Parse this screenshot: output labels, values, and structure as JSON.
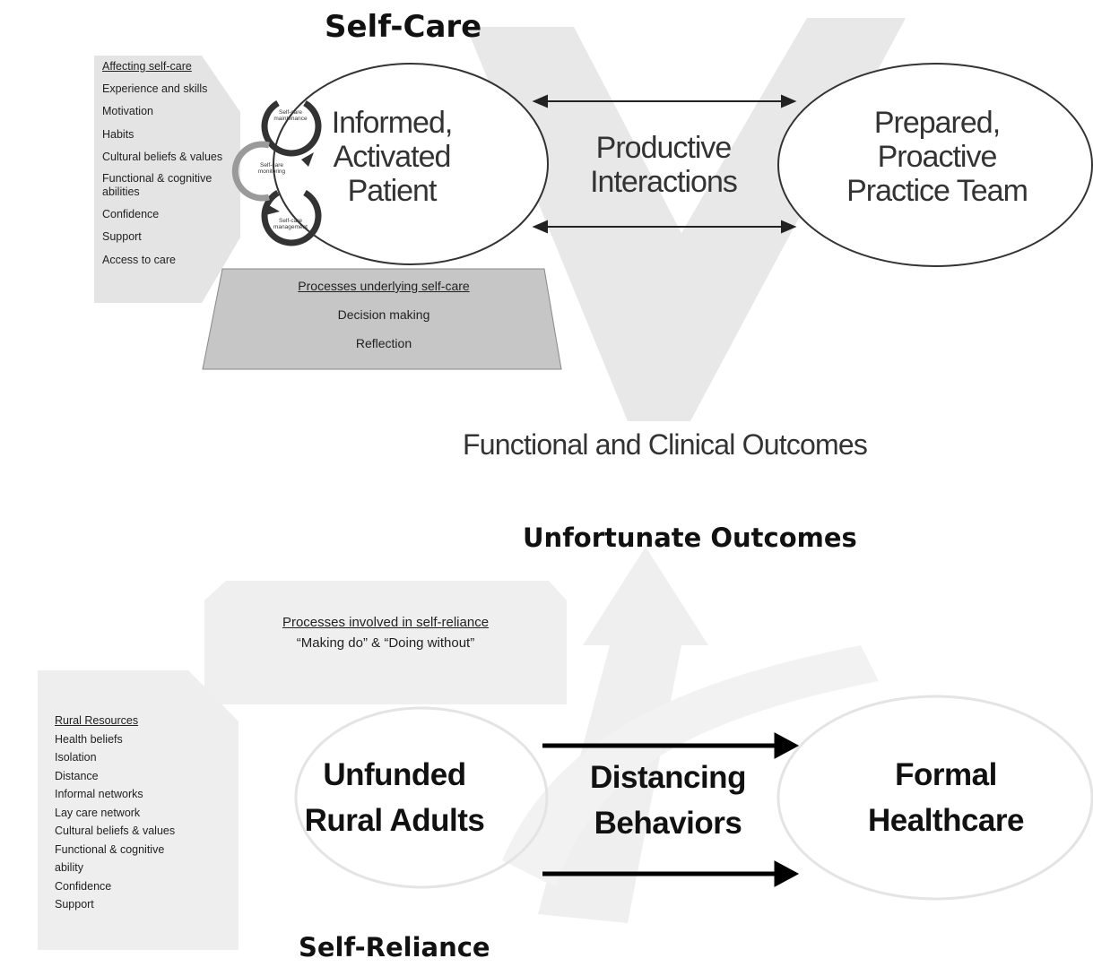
{
  "top": {
    "title": "Self-Care",
    "affecting_header": "Affecting self-care",
    "affecting_items": [
      "Experience and skills",
      "Motivation",
      "Habits",
      "Cultural beliefs & values",
      "Functional & cognitive abilities",
      "Confidence",
      "Support",
      "Access to care"
    ],
    "cycle": [
      "Self-care maintenance",
      "Self-care monitoring",
      "Self-care management"
    ],
    "patient": [
      "Informed,",
      "Activated",
      "Patient"
    ],
    "interactions": [
      "Productive",
      "Interactions"
    ],
    "team": [
      "Prepared,",
      "Proactive",
      "Practice Team"
    ],
    "processes_header": "Processes underlying self-care",
    "processes_items": [
      "Decision making",
      "Reflection"
    ],
    "outcomes": "Functional and Clinical Outcomes"
  },
  "bottom": {
    "title": "Unfortunate Outcomes",
    "processes_header": "Processes involved in self-reliance",
    "processes_text": "“Making do” & “Doing without”",
    "resources_header": "Rural Resources",
    "resources_items": [
      "Health beliefs",
      "Isolation",
      "Distance",
      "Informal networks",
      "Lay care network",
      "Cultural beliefs & values",
      "Functional & cognitive",
      "ability",
      "Confidence",
      "Support"
    ],
    "adults": [
      "Unfunded",
      "Rural Adults"
    ],
    "behaviors": [
      "Distancing",
      "Behaviors"
    ],
    "healthcare": [
      "Formal",
      "Healthcare"
    ],
    "footer": "Self-Reliance"
  }
}
